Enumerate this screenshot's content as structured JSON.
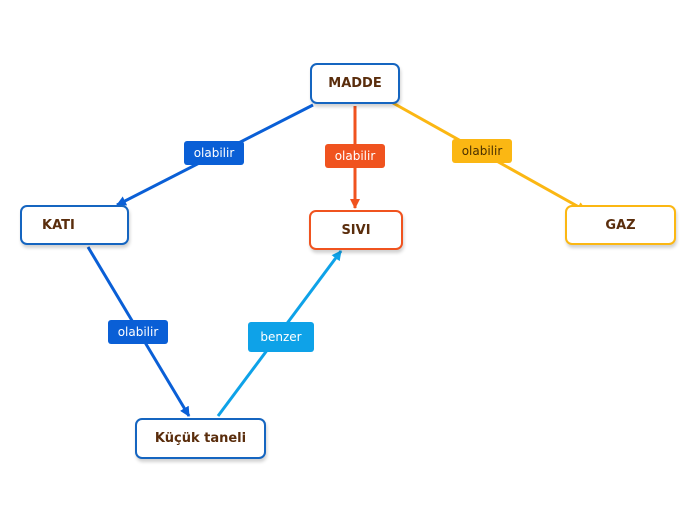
{
  "nodes": {
    "madde": "MADDE",
    "kati": "KATI",
    "sivi": "SIVI",
    "gaz": "GAZ",
    "kucuk": "Küçük taneli"
  },
  "links": {
    "madde_kati": "olabilir",
    "madde_sivi": "olabilir",
    "madde_gaz": "olabilir",
    "kati_kucuk": "olabilir",
    "kucuk_sivi": "benzer"
  },
  "colors": {
    "blue": "#0a5fd6",
    "red_orange": "#f0531f",
    "amber": "#fbb713",
    "light_blue": "#0ea2e8",
    "node_text": "#5a2d0c"
  }
}
